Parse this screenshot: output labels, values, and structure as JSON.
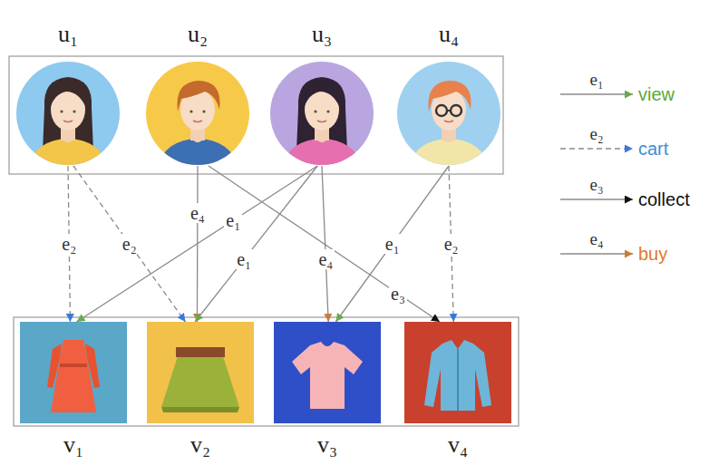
{
  "diagram": {
    "nodes": [
      {
        "text": [
          "u₁"
        ]
      },
      {
        "text": [
          "u₂"
        ]
      },
      {
        "text": [
          "u₃"
        ]
      },
      {
        "text": [
          "u₄"
        ]
      },
      {
        "text": [
          "v₁"
        ]
      },
      {
        "text": [
          "v₂"
        ]
      },
      {
        "text": [
          "v₃"
        ]
      },
      {
        "text": [
          "v₄"
        ]
      }
    ],
    "edges": [
      {
        "from": 0,
        "to": 4,
        "label": "e₂",
        "arrow": "to"
      },
      {
        "from": 0,
        "to": 5,
        "label": "e₂",
        "arrow": "to"
      },
      {
        "from": 1,
        "to": 5,
        "label": "e₄",
        "arrow": "to"
      },
      {
        "from": 1,
        "to": 7,
        "label": "e₃",
        "arrow": "to"
      },
      {
        "from": 2,
        "to": 4,
        "label": "e₁",
        "arrow": "to"
      },
      {
        "from": 2,
        "to": 5,
        "label": "e₁",
        "arrow": "to"
      },
      {
        "from": 2,
        "to": 6,
        "label": "e₄",
        "arrow": "to"
      },
      {
        "from": 3,
        "to": 6,
        "label": "e₁",
        "arrow": "to"
      },
      {
        "from": 3,
        "to": 7,
        "label": "e₂",
        "arrow": "to"
      }
    ],
    "labels": [
      "e₁",
      "e₂",
      "e₃",
      "e₄"
    ],
    "legend": [
      {
        "text": "view"
      },
      {
        "text": "cart"
      },
      {
        "text": "collect"
      },
      {
        "text": "buy"
      }
    ]
  }
}
